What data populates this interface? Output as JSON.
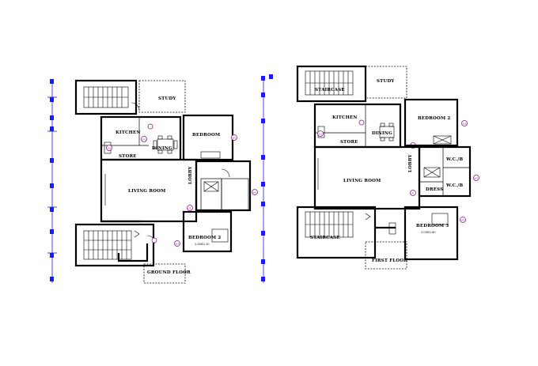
{
  "plans": [
    {
      "rooms": {
        "study": "STUDY",
        "kitchen": "KITCHEN",
        "dining": "DINING",
        "store": "STORE",
        "bedroom": "BEDROOM",
        "lobby": "LOBBY",
        "living_room": "LIVING ROOM",
        "bedroom2": "BEDROOM 2",
        "bedroom2_sub": "2.80X3.10",
        "ground_floor": "GROUND FLOOR"
      }
    },
    {
      "rooms": {
        "study": "STUDY",
        "staircase_top": "STAIRCASE",
        "kitchen": "KITCHEN",
        "dining": "DINING",
        "store": "STORE",
        "bedroom2": "BEDROOM 2",
        "wc_top": "W.C./B",
        "wc_bottom": "W.C./B",
        "dress": "DRESS",
        "lobby": "LOBBY",
        "living_room": "LIVING ROOM",
        "staircase_bottom": "STAIRCASE",
        "bedroom3": "BEDROOM 3",
        "bedroom3_sub": "3.00X3.80",
        "first_floor": "FIRST FLOOR"
      }
    }
  ],
  "colors": {
    "walls": "#000000",
    "dimensions": "#1a1aff",
    "door_tags": "#8a1a8a"
  }
}
